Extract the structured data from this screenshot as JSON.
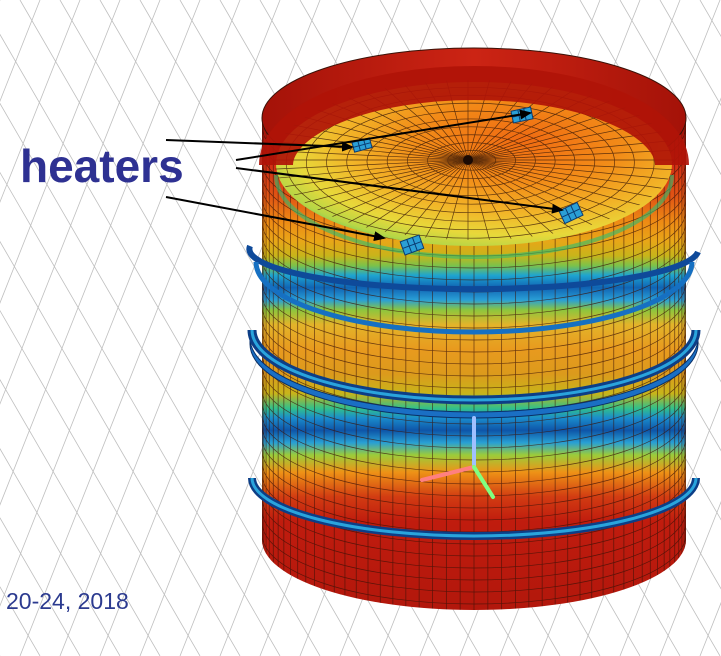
{
  "annotation": {
    "label": "heaters",
    "label_color": "#2e3192",
    "arrow_color": "#000000",
    "arrow_count": 4
  },
  "footer": {
    "date_text": "20-24, 2018"
  },
  "model": {
    "shape": "stacked cylinder shell with domed lid and two ring flanges",
    "colormap": [
      "#b71a10",
      "#d03210",
      "#e8620f",
      "#f28a14",
      "#f2b424",
      "#e6d23a",
      "#a8d240",
      "#3cbf6b",
      "#18a8c4",
      "#1a72c6"
    ],
    "heater_color": "#2a9fd6",
    "grid_line_color": "#b4b4b4",
    "axis_colors": {
      "x": "#ff8080",
      "y": "#80ff80",
      "z": "#a0c0ff"
    }
  }
}
